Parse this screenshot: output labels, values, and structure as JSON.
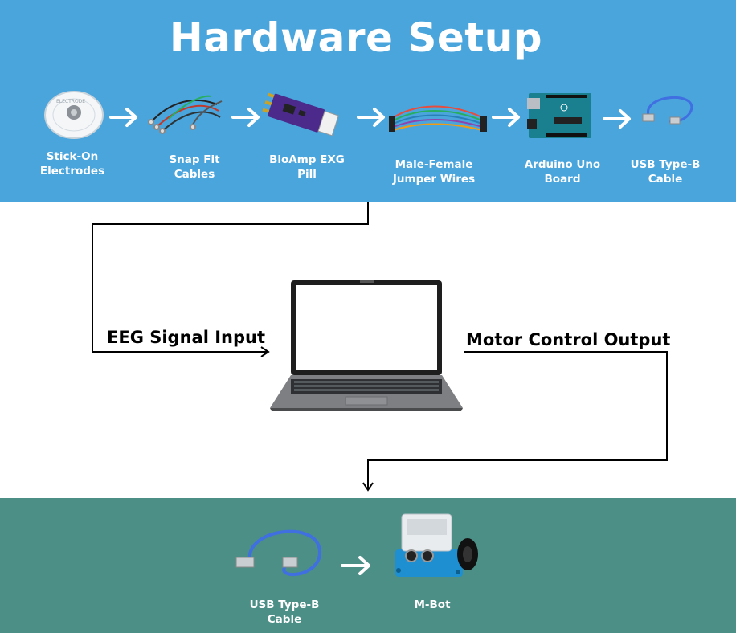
{
  "title": "Hardware Setup",
  "components": [
    {
      "name": "Stick-On Electrodes",
      "icon": "electrode-icon"
    },
    {
      "name": "Snap Fit Cables",
      "icon": "snap-cable-icon"
    },
    {
      "name": "BioAmp EXG Pill",
      "icon": "bioamp-board-icon"
    },
    {
      "name": "Male-Female Jumper Wires",
      "icon": "jumper-wires-icon"
    },
    {
      "name": "Arduino Uno Board",
      "icon": "arduino-board-icon"
    },
    {
      "name": "USB Type-B Cable",
      "icon": "usb-cable-icon"
    }
  ],
  "labels": {
    "c1": "Stick-On\nElectrodes",
    "c2": "Snap Fit\nCables",
    "c3": "BioAmp EXG\nPill",
    "c4": "Male-Female\nJumper Wires",
    "c5": "Arduino Uno\nBoard",
    "c6": "USB Type-B\nCable",
    "b1": "USB Type-B\nCable",
    "b2": "M-Bot"
  },
  "flows": {
    "input": "EEG Signal Input",
    "output": "Motor Control Output"
  },
  "colors": {
    "top_band": "#4aa5dd",
    "bottom_band": "#4b8f86",
    "text_light": "#ffffff",
    "line": "#000000"
  }
}
